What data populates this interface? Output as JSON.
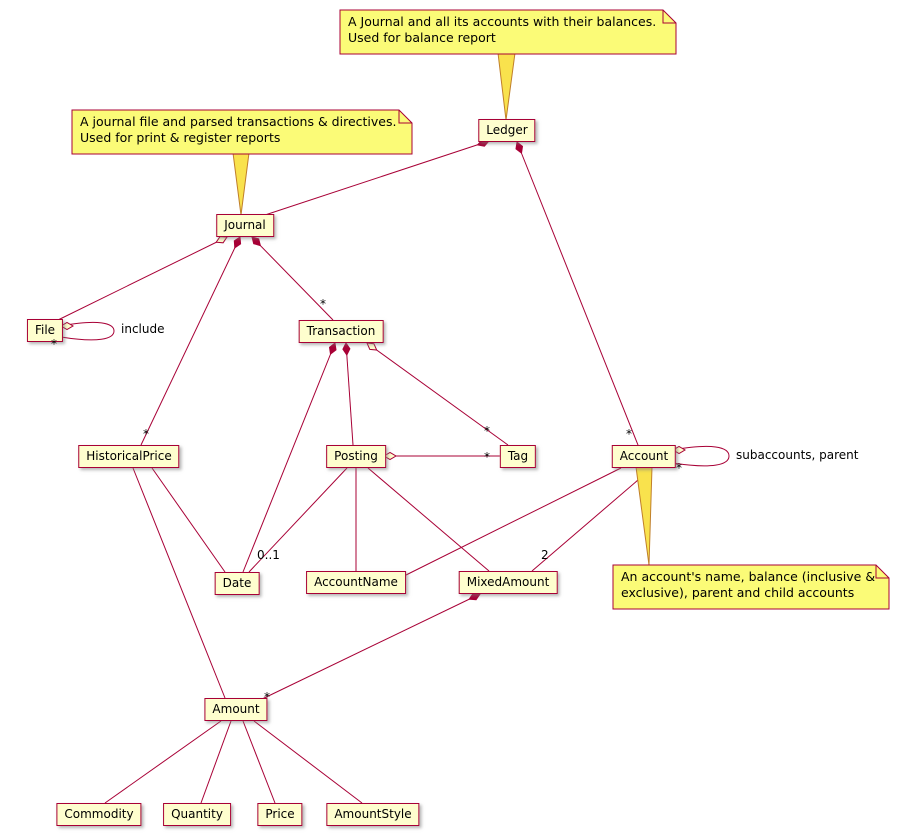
{
  "notes": {
    "ledger": {
      "line1": "A Journal and all its accounts with their balances.",
      "line2": "Used for balance report"
    },
    "journal": {
      "line1": "A journal file and parsed transactions & directives.",
      "line2": "Used for print & register reports"
    },
    "account": {
      "line1": "An account's name, balance (inclusive &",
      "line2": "exclusive), parent and child accounts"
    }
  },
  "classes": {
    "ledger": "Ledger",
    "journal": "Journal",
    "file": "File",
    "transaction": "Transaction",
    "historical_price": "HistoricalPrice",
    "posting": "Posting",
    "tag": "Tag",
    "account": "Account",
    "date": "Date",
    "account_name": "AccountName",
    "mixed_amount": "MixedAmount",
    "amount": "Amount",
    "commodity": "Commodity",
    "quantity": "Quantity",
    "price": "Price",
    "amount_style": "AmountStyle"
  },
  "labels": {
    "star": "*",
    "include": "include",
    "zero_to_one": "0..1",
    "two": "2",
    "subaccounts": "subaccounts, parent"
  },
  "colors": {
    "line": "#A80036",
    "class_bg": "#FEFECE",
    "class_border": "#A80036",
    "note_bg": "#FBFB77",
    "note_border": "#A80036",
    "note_beam_border": "#C07F2A",
    "note_beam_fill": "#F9E24D"
  }
}
